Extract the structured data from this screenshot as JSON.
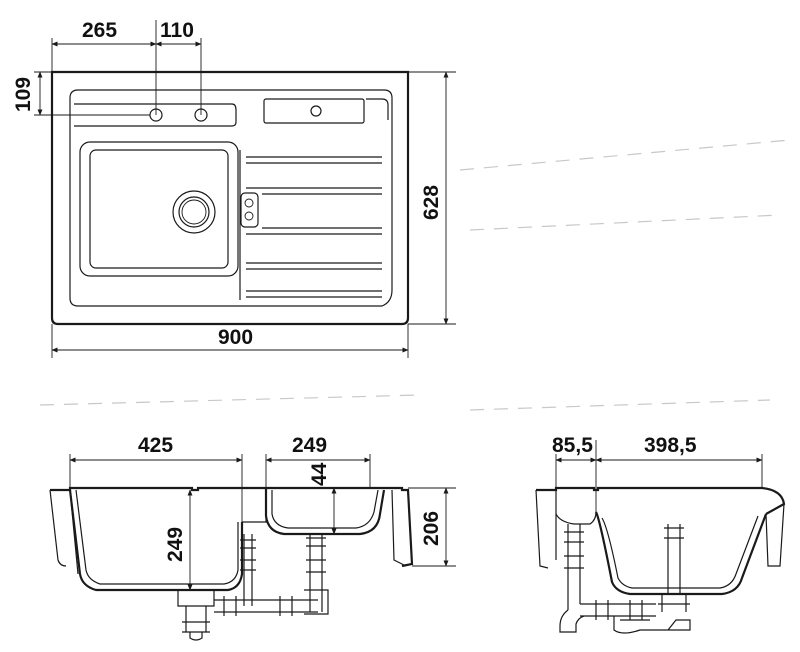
{
  "dimensions": {
    "hole_offset": "265",
    "hole_spacing": "110",
    "deck_depth": "109",
    "depth": "628",
    "width": "900",
    "main_bowl_width": "425",
    "main_bowl_depth": "249",
    "second_bowl_width": "249",
    "second_bowl_depth": "44",
    "overall_height": "206",
    "side_offset": "85,5",
    "side_bowl_width": "398,5"
  }
}
